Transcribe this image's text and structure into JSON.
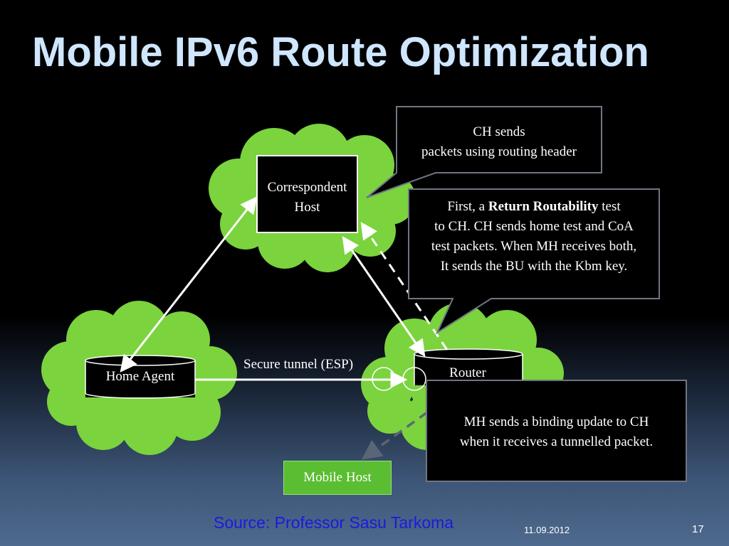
{
  "slide": {
    "title": "Mobile IPv6 Route Optimization",
    "source": "Source: Professor Sasu Tarkoma",
    "date": "11.09.2012",
    "page_number": "17"
  },
  "nodes": {
    "correspondent_host": {
      "line1": "Correspondent",
      "line2": "Host"
    },
    "home_agent": "Home Agent",
    "router": "Router",
    "mobile_host": "Mobile Host"
  },
  "links": {
    "tunnel_label": "Secure tunnel (ESP)"
  },
  "callouts": {
    "ch_sends": {
      "line1": "CH sends",
      "line2": "packets using routing header"
    },
    "return_routability": {
      "prefix": "First, a ",
      "bold": "Return Routability",
      "suffix": " test",
      "line2": "to CH. CH sends home test and CoA",
      "line3": "test packets. When MH receives both,",
      "line4": "It sends the BU with the Kbm key."
    },
    "binding_update": {
      "line1": "MH sends a binding update to CH",
      "line2": "when it receives a tunnelled packet."
    }
  },
  "colors": {
    "cloud_fill": "#7bd33e",
    "title": "#cfe6ff",
    "source_text": "#1a1adf",
    "mobile_host_fill": "#5bbd32"
  }
}
